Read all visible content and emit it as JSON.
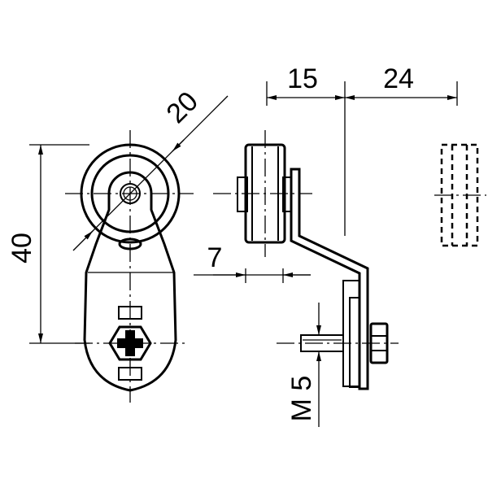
{
  "drawing": {
    "dimensions": {
      "roller_diameter": "20",
      "height": "40",
      "offset": "7",
      "width_a": "15",
      "width_b": "24",
      "thread": "M 5"
    }
  }
}
